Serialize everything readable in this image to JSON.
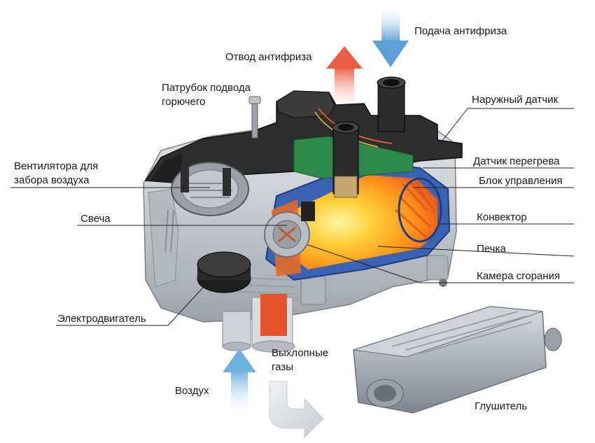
{
  "labels": {
    "antifreeze_in": "Подача антифриза",
    "antifreeze_out": "Отвод антифриза",
    "fuel_pipe_1": "Патрубок подвода",
    "fuel_pipe_2": "горючего",
    "outside_sensor": "Наружный датчик",
    "fan_1": "Вентилятора для",
    "fan_2": "забора воздуха",
    "overheat_sensor": "Датчик перегрева",
    "control_unit": "Блок управления",
    "glow_plug": "Свеча",
    "convector": "Конвектор",
    "furnace": "Печка",
    "combustion_chamber": "Камера сгорания",
    "motor": "Электродвигатель",
    "exhaust_1": "Выхлопные",
    "exhaust_2": "газы",
    "air": "Воздух",
    "muffler": "Глушитель"
  },
  "colors": {
    "arrow_in": "#6fa9d8",
    "arrow_out": "#e86a52",
    "flame": "#ff9a1a",
    "housing": "#c8ccd2",
    "cover": "#2a2a2a"
  }
}
